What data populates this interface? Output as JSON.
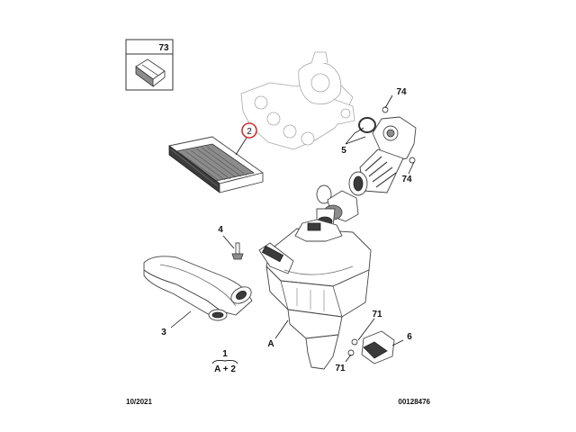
{
  "colors": {
    "highlight_ring": "#d0312d",
    "line": "#111111",
    "shading": "#3b3b3b"
  },
  "labels": {
    "ref_73": "73",
    "ref_74_top": "74",
    "ref_74_bottom": "74",
    "ref_5": "5",
    "ref_2": "2",
    "ref_4": "4",
    "ref_3": "3",
    "ref_A": "A",
    "ref_71_top": "71",
    "ref_71_bottom": "71",
    "ref_6": "6",
    "legend_top": "1",
    "legend_bottom": "A + 2"
  },
  "footer": {
    "date": "10/2021",
    "diagram_number": "00128476"
  }
}
